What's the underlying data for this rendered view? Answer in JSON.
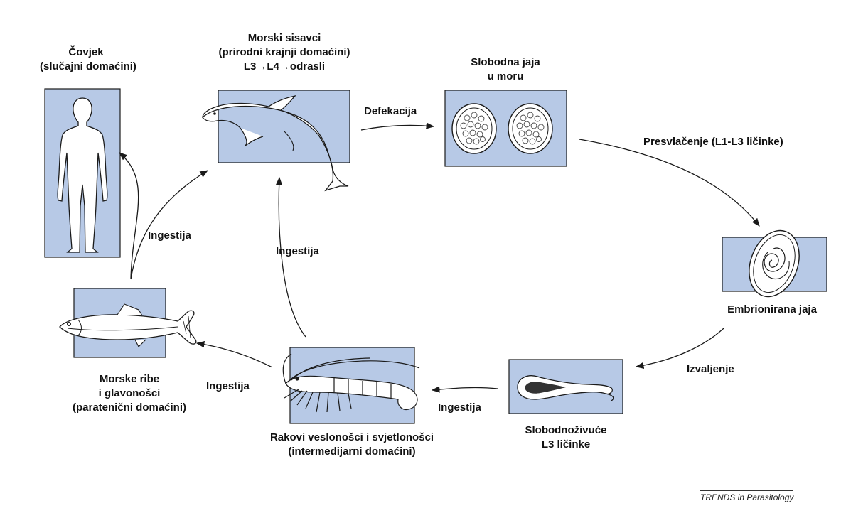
{
  "colors": {
    "box_fill": "#b7c9e6",
    "stroke": "#1a1a1a"
  },
  "nodes": {
    "human": {
      "line1": "Čovjek",
      "line2": "(slučajni domaćini)",
      "icon": "human-silhouette-icon"
    },
    "mammals": {
      "line1": "Morski sisavci",
      "line2": "(prirodni krajnji domaćini)",
      "line3": "L3→L4→odrasli",
      "icon": "dolphin-icon"
    },
    "eggs": {
      "line1": "Slobodna jaja",
      "line2": "u moru",
      "icon": "egg-icon"
    },
    "embryonated": {
      "line1": "Embrionirana jaja",
      "icon": "embryonated-egg-icon"
    },
    "larvae": {
      "line1": "Slobodnoživuće",
      "line2": "L3 ličinke",
      "icon": "larva-icon"
    },
    "crustaceans": {
      "line1": "Rakovi veslonošci i svjetlonošci",
      "line2": "(intermedijarni domaćini)",
      "icon": "shrimp-icon"
    },
    "fish": {
      "line1": "Morske ribe",
      "line2": "i glavonošci",
      "line3": "(paratenični domaćini)",
      "icon": "fish-icon"
    }
  },
  "arrows": {
    "defecation": "Defekacija",
    "molting": "Presvlačenje (L1-L3 ličinke)",
    "hatching": "Izvaljenje",
    "ingestion_larvae": "Ingestija",
    "ingestion_crust_fish": "Ingestija",
    "ingestion_crust_mammal": "Ingestija",
    "ingestion_fish_mammal": "Ingestija"
  },
  "credit": "TRENDS in Parasitology"
}
